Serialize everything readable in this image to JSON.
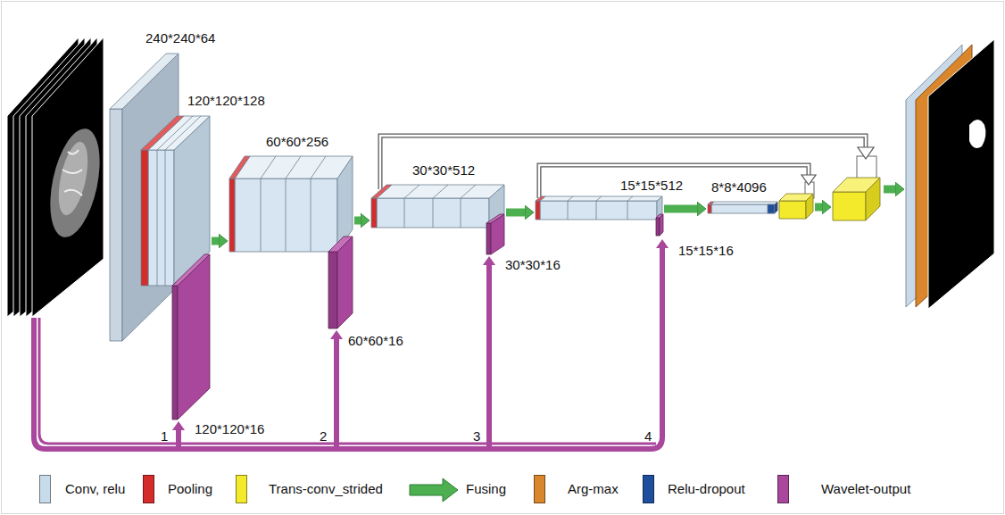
{
  "diagram": {
    "nodes": [
      {
        "text": [
          "240*240*64"
        ]
      },
      {
        "text": [
          "120*120*128"
        ]
      },
      {
        "text": [
          "120*120*16"
        ]
      },
      {
        "text": [
          "60*60*256"
        ]
      },
      {
        "text": [
          "60*60*16"
        ]
      },
      {
        "text": [
          "30*30*512"
        ]
      },
      {
        "text": [
          "30*30*16"
        ]
      },
      {
        "text": [
          "15*15*512"
        ]
      },
      {
        "text": [
          "15*15*16"
        ]
      },
      {
        "text": [
          "8*8*4096"
        ]
      }
    ],
    "edges": [
      {
        "from": 1,
        "to": 3,
        "arrow": "to"
      },
      {
        "from": 3,
        "to": 5,
        "arrow": "to"
      },
      {
        "from": 5,
        "to": 7,
        "arrow": "to"
      },
      {
        "from": 7,
        "to": 9,
        "arrow": "to"
      }
    ],
    "labels": [
      "1",
      "2",
      "3",
      "4"
    ],
    "legend": [
      {
        "text": "Conv, relu",
        "color": "#c8dbea"
      },
      {
        "text": "Pooling",
        "color": "#d42b2b"
      },
      {
        "text": "Trans-conv_strided",
        "color": "#f3ea2b"
      },
      {
        "text": "Fusing"
      },
      {
        "text": "Arg-max",
        "color": "#d9862c"
      },
      {
        "text": "Relu-dropout",
        "color": "#1f4e9c"
      },
      {
        "text": "Wavelet-output",
        "color": "#a8479c"
      }
    ]
  }
}
